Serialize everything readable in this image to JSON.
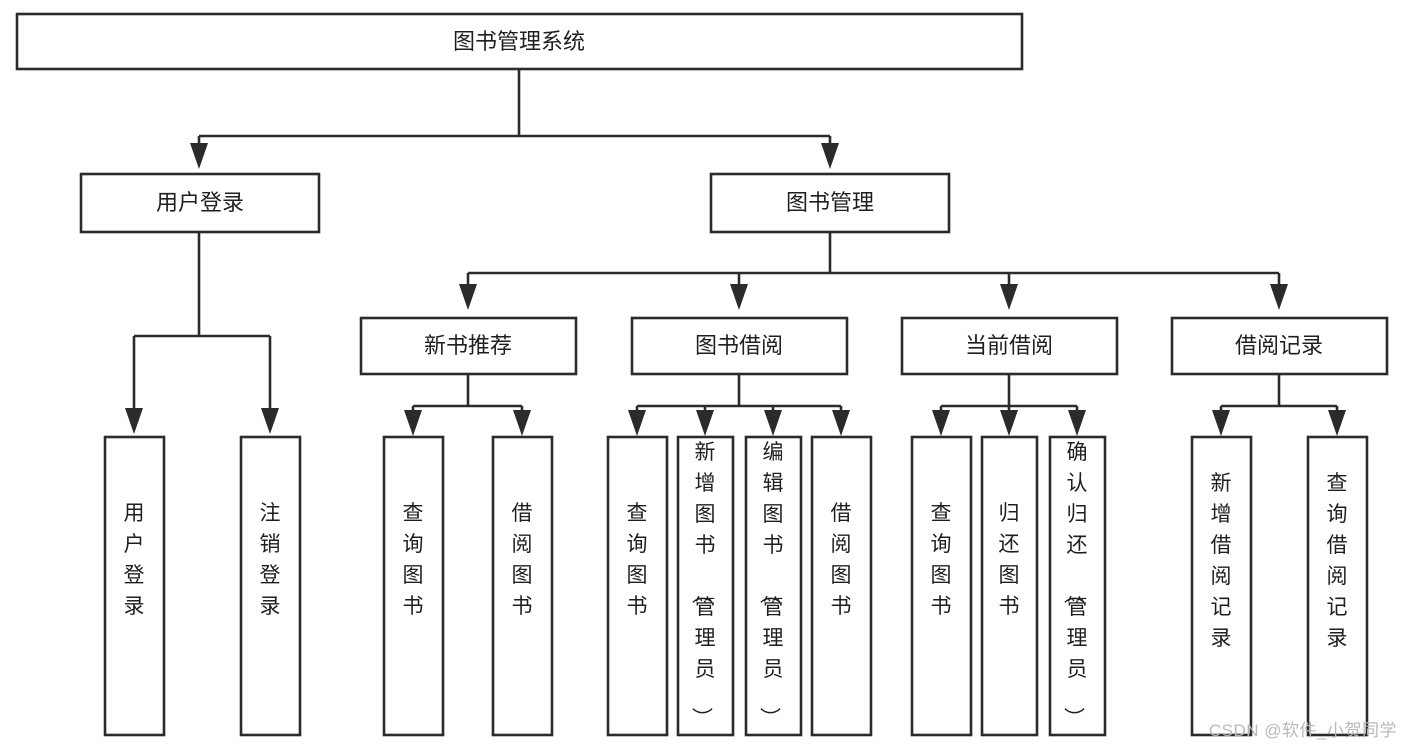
{
  "diagram": {
    "type": "tree-hierarchy-chart",
    "title": "图书管理系统",
    "watermark": "CSDN @软件_小贺同学",
    "colors": {
      "background": "#ffffff",
      "box_fill": "#ffffff",
      "box_stroke": "#2b2b2b",
      "text": "#1f1f1f",
      "watermark": "#b9b9b9"
    },
    "levels": [
      {
        "level": 1,
        "nodes": [
          {
            "id": "root",
            "label": "图书管理系统",
            "orientation": "horizontal"
          }
        ]
      },
      {
        "level": 2,
        "nodes": [
          {
            "id": "user-login",
            "label": "用户登录",
            "orientation": "horizontal",
            "parent": "root"
          },
          {
            "id": "book-manage",
            "label": "图书管理",
            "orientation": "horizontal",
            "parent": "root"
          }
        ]
      },
      {
        "level": 3,
        "nodes": [
          {
            "id": "new-book-rec",
            "label": "新书推荐",
            "orientation": "horizontal",
            "parent": "book-manage"
          },
          {
            "id": "book-borrow",
            "label": "图书借阅",
            "orientation": "horizontal",
            "parent": "book-manage"
          },
          {
            "id": "current-borrow",
            "label": "当前借阅",
            "orientation": "horizontal",
            "parent": "book-manage"
          },
          {
            "id": "borrow-record",
            "label": "借阅记录",
            "orientation": "horizontal",
            "parent": "book-manage"
          }
        ]
      },
      {
        "level": 4,
        "nodes": [
          {
            "id": "leaf-user-login",
            "label": "用户登录",
            "orientation": "vertical",
            "parent": "user-login"
          },
          {
            "id": "leaf-logout",
            "label": "注销登录",
            "orientation": "vertical",
            "parent": "user-login"
          },
          {
            "id": "leaf-query-book-1",
            "label": "查询图书",
            "orientation": "vertical",
            "parent": "new-book-rec"
          },
          {
            "id": "leaf-borrow-book-1",
            "label": "借阅图书",
            "orientation": "vertical",
            "parent": "new-book-rec"
          },
          {
            "id": "leaf-query-book-2",
            "label": "查询图书",
            "orientation": "vertical",
            "parent": "book-borrow"
          },
          {
            "id": "leaf-add-book",
            "label": "新增图书（管理员）",
            "orientation": "vertical",
            "parent": "book-borrow"
          },
          {
            "id": "leaf-edit-book",
            "label": "编辑图书（管理员）",
            "orientation": "vertical",
            "parent": "book-borrow"
          },
          {
            "id": "leaf-borrow-book-2",
            "label": "借阅图书",
            "orientation": "vertical",
            "parent": "book-borrow"
          },
          {
            "id": "leaf-query-book-3",
            "label": "查询图书",
            "orientation": "vertical",
            "parent": "current-borrow"
          },
          {
            "id": "leaf-return-book",
            "label": "归还图书",
            "orientation": "vertical",
            "parent": "current-borrow"
          },
          {
            "id": "leaf-confirm-return",
            "label": "确认归还（管理员）",
            "orientation": "vertical",
            "parent": "current-borrow"
          },
          {
            "id": "leaf-add-record",
            "label": "新增借阅记录",
            "orientation": "vertical",
            "parent": "borrow-record"
          },
          {
            "id": "leaf-query-record",
            "label": "查询借阅记录",
            "orientation": "vertical",
            "parent": "borrow-record"
          }
        ]
      }
    ],
    "node_labels": {
      "root": "图书管理系统",
      "user_login": "用户登录",
      "book_manage": "图书管理",
      "new_book_rec": "新书推荐",
      "book_borrow": "图书借阅",
      "current_borrow": "当前借阅",
      "borrow_record": "借阅记录",
      "leaf_user_login": "用户登录",
      "leaf_logout": "注销登录",
      "leaf_query_book_1": "查询图书",
      "leaf_borrow_book_1": "借阅图书",
      "leaf_query_book_2": "查询图书",
      "leaf_add_book": "新增图书（管理员）",
      "leaf_edit_book": "编辑图书（管理员）",
      "leaf_borrow_book_2": "借阅图书",
      "leaf_query_book_3": "查询图书",
      "leaf_return_book": "归还图书",
      "leaf_confirm_return": "确认归还（管理员）",
      "leaf_add_record": "新增借阅记录",
      "leaf_query_record": "查询借阅记录"
    }
  }
}
